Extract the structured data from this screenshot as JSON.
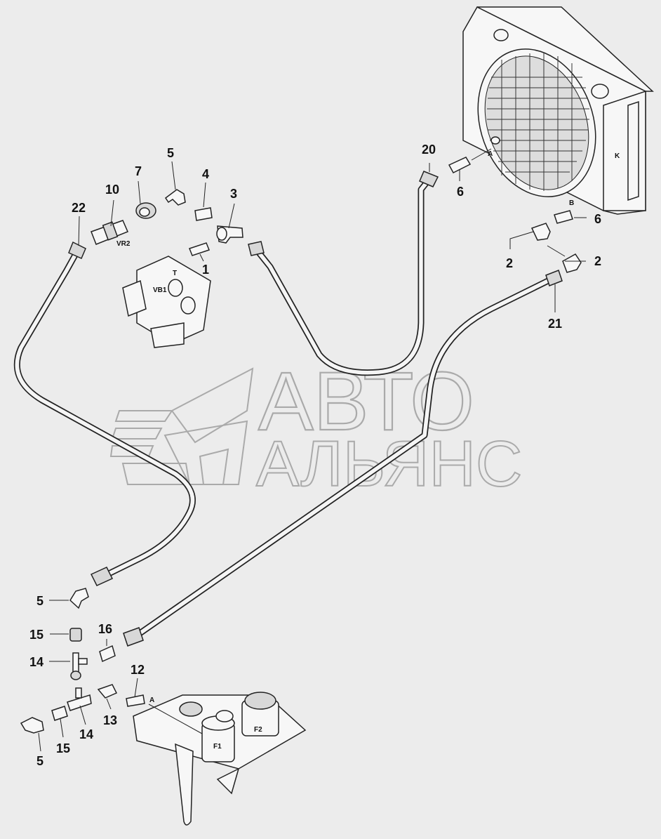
{
  "diagram": {
    "title": "",
    "watermark": {
      "line1": "АВТО",
      "line2": "АЛЬЯНС"
    },
    "callouts": [
      {
        "id": "c20",
        "text": "20"
      },
      {
        "id": "c6a",
        "text": "6"
      },
      {
        "id": "c7",
        "text": "7"
      },
      {
        "id": "c5a",
        "text": "5"
      },
      {
        "id": "c4",
        "text": "4"
      },
      {
        "id": "c10",
        "text": "10"
      },
      {
        "id": "c3",
        "text": "3"
      },
      {
        "id": "c22",
        "text": "22"
      },
      {
        "id": "c6b",
        "text": "6"
      },
      {
        "id": "c1",
        "text": "1"
      },
      {
        "id": "c2a",
        "text": "2"
      },
      {
        "id": "c2b",
        "text": "2"
      },
      {
        "id": "c21",
        "text": "21"
      },
      {
        "id": "c5b",
        "text": "5"
      },
      {
        "id": "c15a",
        "text": "15"
      },
      {
        "id": "c16",
        "text": "16"
      },
      {
        "id": "c14a",
        "text": "14"
      },
      {
        "id": "c12",
        "text": "12"
      },
      {
        "id": "c13",
        "text": "13"
      },
      {
        "id": "c14b",
        "text": "14"
      },
      {
        "id": "c15b",
        "text": "15"
      },
      {
        "id": "c5c",
        "text": "5"
      }
    ],
    "component_labels": {
      "radiator": "K",
      "port_a_radiator": "A",
      "port_b_radiator": "B",
      "valve_vr2": "VR2",
      "valve_block": "VB1",
      "valve_block_port": "T",
      "filter_f1": "F1",
      "filter_f2": "F2",
      "port_a_tank": "A"
    }
  }
}
